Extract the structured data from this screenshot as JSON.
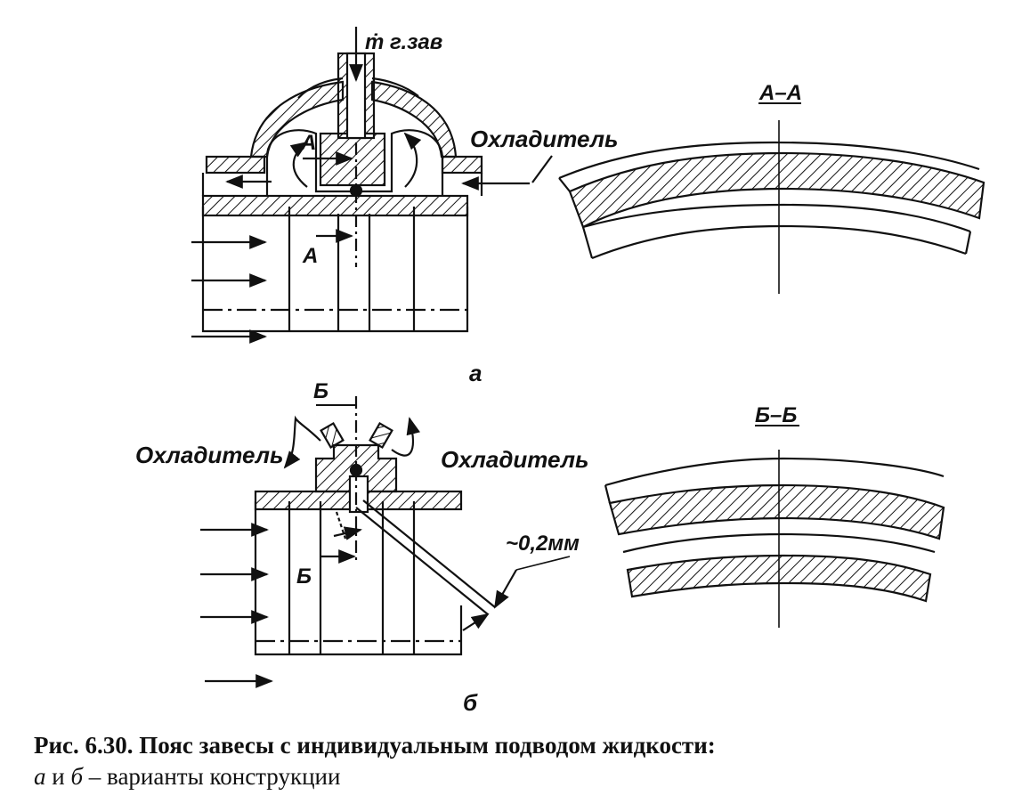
{
  "labels": {
    "coolant_flow_a": "ṁ г.зав",
    "coolant_right": "Охладитель",
    "coolant_left_b": "Охладитель",
    "coolant_right_b": "Охладитель",
    "section_a_top": "А",
    "section_a_bottom": "А",
    "section_b_top": "Б",
    "section_b_bottom": "Б",
    "section_aa_title": "А–А",
    "section_bb_title": "Б–Б",
    "gap_dimension": "~0,2мм",
    "variant_a": "а",
    "variant_b": "б"
  },
  "caption": {
    "line1": "Рис. 6.30. Пояс завесы с индивидуальным подводом жидкости:",
    "line2_a": "а",
    "line2_and": " и ",
    "line2_b": "б",
    "line2_rest": " – варианты конструкции"
  }
}
